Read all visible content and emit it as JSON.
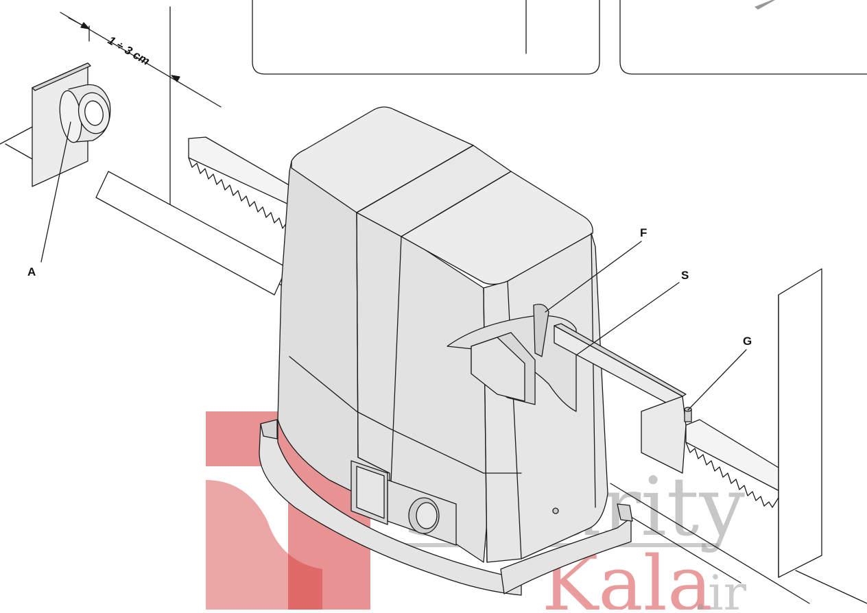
{
  "labels": {
    "a": "A",
    "f": "F",
    "s": "S",
    "g": "G"
  },
  "dimension": "1 ÷ 3 cm",
  "watermark": {
    "word1": "Security",
    "word2": "Kala",
    "suffix": ".ir"
  },
  "colors": {
    "line": "#1a1a1a",
    "body_fill": "#e4e4e4",
    "body_shade": "#d6d6d6",
    "watermark_red": "#d63a3a",
    "watermark_gray": "#9a9a9a"
  }
}
